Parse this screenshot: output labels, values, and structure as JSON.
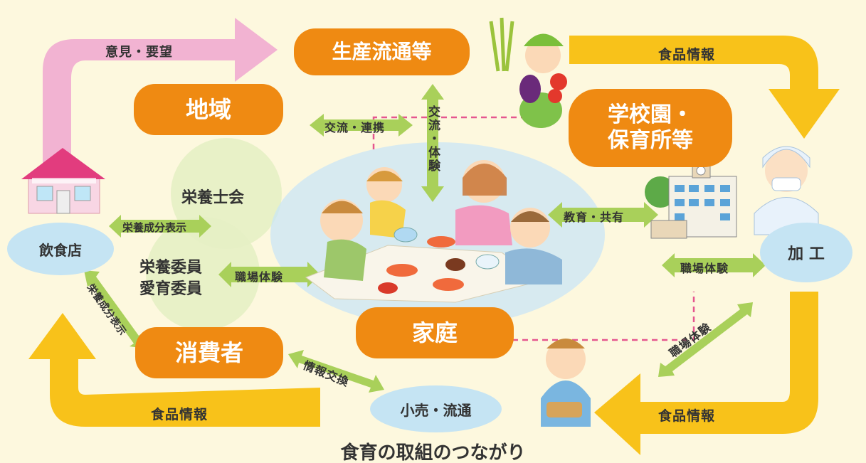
{
  "title": "食育の取組のつながり",
  "nodes": {
    "seisan": "生産流通等",
    "chiiki": "地域",
    "gakko": "学校園・\n保育所等",
    "katei": "家庭",
    "shohisha": "消費者",
    "inshokuten": "飲食店",
    "kako": "加 工",
    "kouri": "小売・流通",
    "eiyoshikai": "栄養士会",
    "iin1": "栄養委員",
    "iin2": "愛育委員"
  },
  "links": {
    "iken": "意見・要望",
    "shokuhin_top": "食品情報",
    "shokuhin_right": "食品情報",
    "shokuhin_bottom": "食品情報",
    "koryu_renkei": "交流・連携",
    "koryu_taiken": "交流・体験",
    "kyoiku": "教育・共有",
    "eiyo_h": "栄養成分表示",
    "eiyo_v": "栄養成分表示",
    "shokuba1": "職場体験",
    "shokuba2": "職場体験",
    "shokuba3": "職場体験",
    "joho": "情報交換"
  },
  "colors": {
    "background": "#fdf8de",
    "orange": "#ef8a12",
    "yellow_arrow": "#f8c21a",
    "pink_arrow": "#f2b3d2",
    "green_arrow": "#a9d05a",
    "oval_blue": "#c5e4f3",
    "dashed_line": "#e5568f"
  },
  "icons": [
    "restaurant-icon",
    "school-building-icon",
    "farmer-illustration",
    "factory-worker-illustration",
    "shop-clerk-illustration",
    "family-meal-illustration"
  ]
}
